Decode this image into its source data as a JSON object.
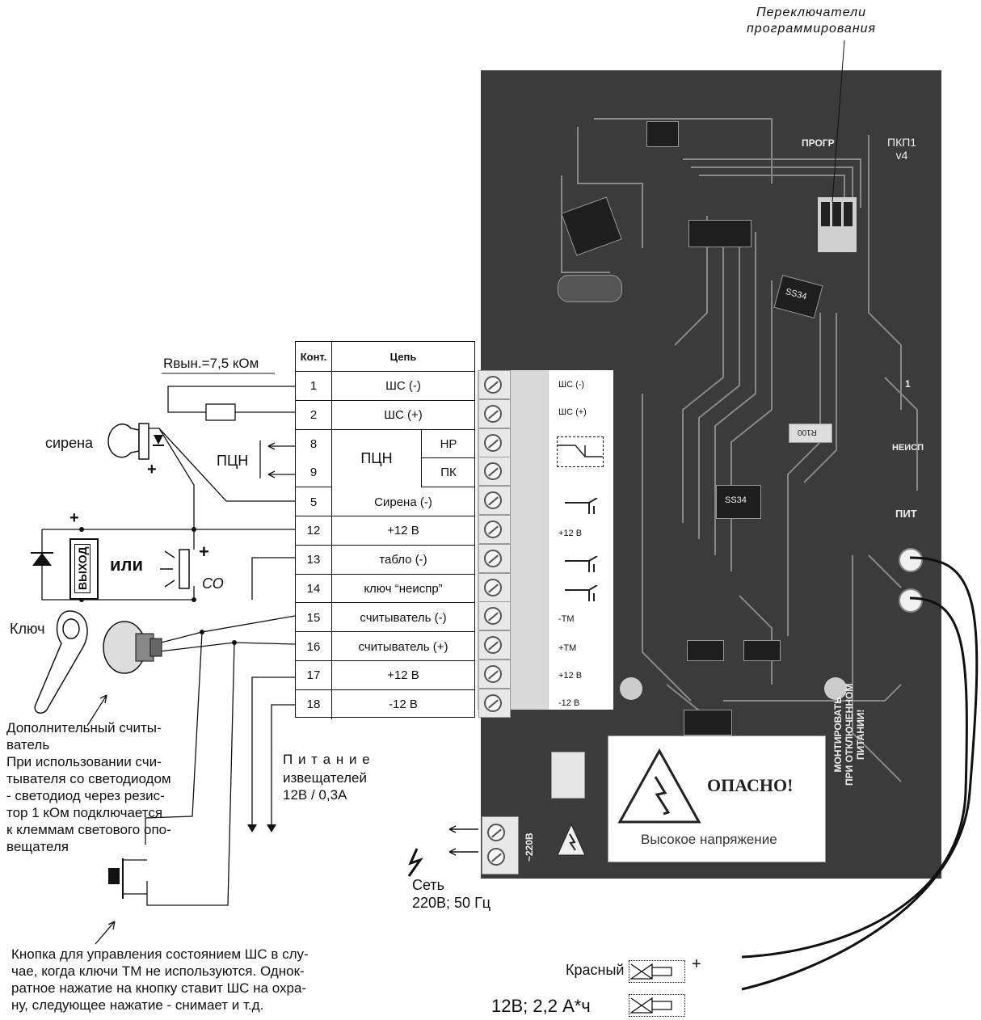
{
  "top_note": "Переключатели\nпрограммирования",
  "board": {
    "prog_label": "ПРОГР",
    "model_label": "ПКП1\nv4",
    "chip_ss34_a": "SS34",
    "chip_ss34_b": "SS34",
    "chip_r100": "R100",
    "label_neispr": "НЕИСП",
    "label_pit": "ПИТ",
    "label_one": "1",
    "side_warning": "МОНТИРОВАТЬ\nПРИ ОТКЛЮЧЕННОМ\nПИТАНИИ!",
    "danger_title": "ОПАСНО!",
    "danger_sub": "Высокое напряжение",
    "power_term_label": "~220В"
  },
  "resistor_label": "Rвын.=7,5 кОм",
  "table": {
    "header": [
      "Конт.",
      "Цепь"
    ],
    "rows": [
      {
        "n": "1",
        "c": "ШС (-)"
      },
      {
        "n": "2",
        "c": "ШС (+)"
      },
      {
        "n": "8",
        "c": "ПЦН",
        "sub": "НР"
      },
      {
        "n": "9",
        "c": "",
        "sub": "ПК"
      },
      {
        "n": "5",
        "c": "Сирена (-)"
      },
      {
        "n": "12",
        "c": "+12 В"
      },
      {
        "n": "13",
        "c": "табло (-)"
      },
      {
        "n": "14",
        "c": "ключ “неиспр”"
      },
      {
        "n": "15",
        "c": "считыватель (-)"
      },
      {
        "n": "16",
        "c": "считыватель (+)"
      },
      {
        "n": "17",
        "c": "+12 В"
      },
      {
        "n": "18",
        "c": "-12 В"
      }
    ]
  },
  "strip_labels": [
    "ШС (-)",
    "ШС (+)",
    "+12 В",
    "-ТМ",
    "+ТМ",
    "+12 В",
    "-12 В"
  ],
  "left": {
    "siren": "сирена",
    "pcn": "ПЦН",
    "exit_box": "ВЫХОД",
    "or": "или",
    "co": "СО",
    "key": "Ключ",
    "plus": "+",
    "reader_note": "Дополнительный считы-\nватель\nПри использовании счи-\nтывателя со светодиодом\n- светодиод через резис-\nтор 1 кОм подключается\nк клеммам светового  опо-\nвещателя",
    "power_note_1": "П и т а н и е",
    "power_note_2": "извещателей\n12В / 0,3А",
    "mains": "Сеть\n220В; 50 Гц",
    "button_note": "Кнопка для управления состоянием ШС в слу-\nчае, когда ключи ТМ не используются. Однок-\nратное нажатие на кнопку ставит ШС на охра-\nну, следующее нажатие - снимает и т.д."
  },
  "battery": {
    "red": "Красный",
    "plus": "+",
    "spec": "12В; 2,2 А*ч"
  }
}
